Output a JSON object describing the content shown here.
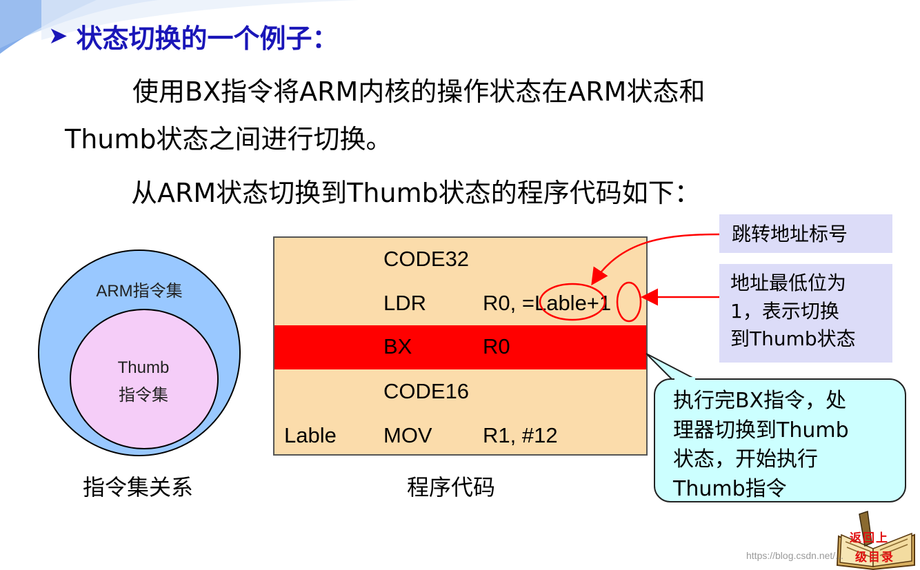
{
  "title": {
    "bullet": "➤",
    "text": "状态切换的一个例子："
  },
  "paragraph": {
    "line1": "使用BX指令将ARM内核的操作状态在ARM状态和",
    "line2": "Thumb状态之间进行切换。",
    "line3": "从ARM状态切换到Thumb状态的程序代码如下："
  },
  "venn": {
    "outer_label": "ARM指令集",
    "inner_label_line1": "Thumb",
    "inner_label_line2": "指令集",
    "caption": "指令集关系"
  },
  "code": {
    "rows": [
      {
        "label": "",
        "op": "CODE32",
        "arg": "",
        "highlight": false
      },
      {
        "label": "",
        "op": "LDR",
        "arg": "R0, =Lable+1",
        "highlight": false
      },
      {
        "label": "",
        "op": "BX",
        "arg": "R0",
        "highlight": true
      },
      {
        "label": "",
        "op": "CODE16",
        "arg": "",
        "highlight": false
      },
      {
        "label": "Lable",
        "op": "MOV",
        "arg": "R1, #12",
        "highlight": false
      }
    ],
    "caption": "程序代码"
  },
  "callouts": {
    "jump_label": "跳转地址标号",
    "lsb_line1": "地址最低位为",
    "lsb_line2": "1，表示切换",
    "lsb_line3": "到Thumb状态",
    "bubble_line1": "执行完BX指令，处",
    "bubble_line2": "理器切换到Thumb",
    "bubble_line3": "状态，开始执行",
    "bubble_line4": "Thumb指令"
  },
  "nav": {
    "line1": "返回上",
    "line2": "级目录"
  },
  "watermark": "https://blog.csdn.net/...",
  "colors": {
    "title": "#1a16b8",
    "code_bg": "#fbdcab",
    "highlight": "#ff0000",
    "venn_outer": "#99c8ff",
    "venn_inner": "#f5cdf8",
    "callout_bg": "#dcdcf8",
    "bubble_bg": "#ccffff",
    "annotation": "#ff0000"
  }
}
